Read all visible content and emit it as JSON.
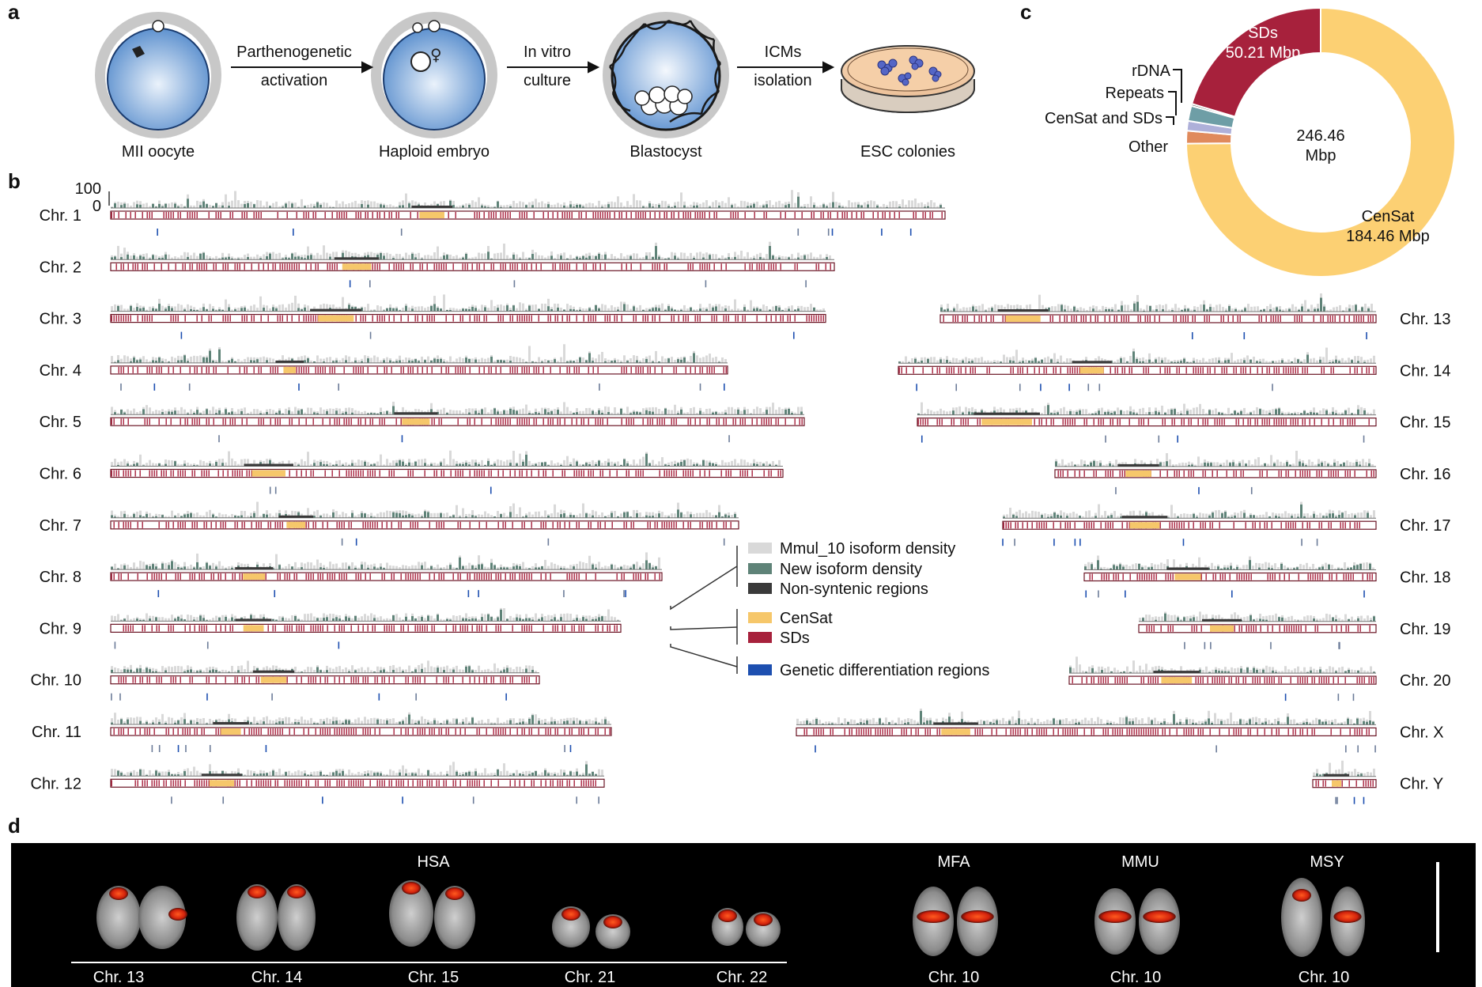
{
  "panels": {
    "a": "a",
    "b": "b",
    "c": "c",
    "d": "d"
  },
  "panel_a": {
    "stages": [
      "MII oocyte",
      "Haploid embryo",
      "Blastocyst",
      "ESC colonies"
    ],
    "arrows": [
      {
        "line1": "Parthenogenetic",
        "line2": "activation"
      },
      {
        "line1": "In vitro",
        "line2": "culture"
      },
      {
        "line1": "ICMs",
        "line2": "isolation"
      }
    ],
    "female_symbol": "♀"
  },
  "panel_b": {
    "axis_top": "100",
    "axis_bottom": "0",
    "left_chromosomes": [
      "Chr. 1",
      "Chr. 2",
      "Chr. 3",
      "Chr. 4",
      "Chr. 5",
      "Chr. 6",
      "Chr. 7",
      "Chr. 8",
      "Chr. 9",
      "Chr. 10",
      "Chr. 11",
      "Chr. 12"
    ],
    "right_chromosomes": [
      "Chr. 13",
      "Chr. 14",
      "Chr. 15",
      "Chr. 16",
      "Chr. 17",
      "Chr. 18",
      "Chr. 19",
      "Chr. 20",
      "Chr. X",
      "Chr. Y"
    ],
    "legend": [
      {
        "label": "Mmul_10 isoform density",
        "color": "#d9d9d9"
      },
      {
        "label": "New isoform density",
        "color": "#5f8378"
      },
      {
        "label": "Non-syntenic regions",
        "color": "#3a3a3a"
      },
      {
        "label": "CenSat",
        "color": "#f6c76a"
      },
      {
        "label": "SDs",
        "color": "#a7213c"
      },
      {
        "label": "Genetic differentiation regions",
        "color": "#1d4fb0"
      }
    ]
  },
  "chart_data": {
    "type": "pie",
    "center_value": "246.46",
    "center_unit": "Mbp",
    "slices": [
      {
        "name": "CenSat",
        "value_label": "184.46 Mbp",
        "value": 184.46,
        "color": "#fcd073"
      },
      {
        "name": "SDs",
        "value_label": "50.21 Mbp",
        "value": 50.21,
        "color": "#a7213c"
      },
      {
        "name": "rDNA",
        "value": 0.6,
        "color": "#3a3a3a"
      },
      {
        "name": "Repeats",
        "value": 4.5,
        "color": "#6e9ea6"
      },
      {
        "name": "CenSat and SDs",
        "value": 2.9,
        "color": "#aeb0d9"
      },
      {
        "name": "Other",
        "value": 3.79,
        "color": "#e08a5c"
      }
    ],
    "callout_labels": [
      "rDNA",
      "Repeats",
      "CenSat and SDs",
      "Other"
    ]
  },
  "panel_d": {
    "species": [
      "HSA",
      "MFA",
      "MMU",
      "MSY"
    ],
    "chromosomes": [
      "Chr. 13",
      "Chr. 14",
      "Chr. 15",
      "Chr. 21",
      "Chr. 22",
      "Chr. 10",
      "Chr. 10",
      "Chr. 10"
    ]
  }
}
